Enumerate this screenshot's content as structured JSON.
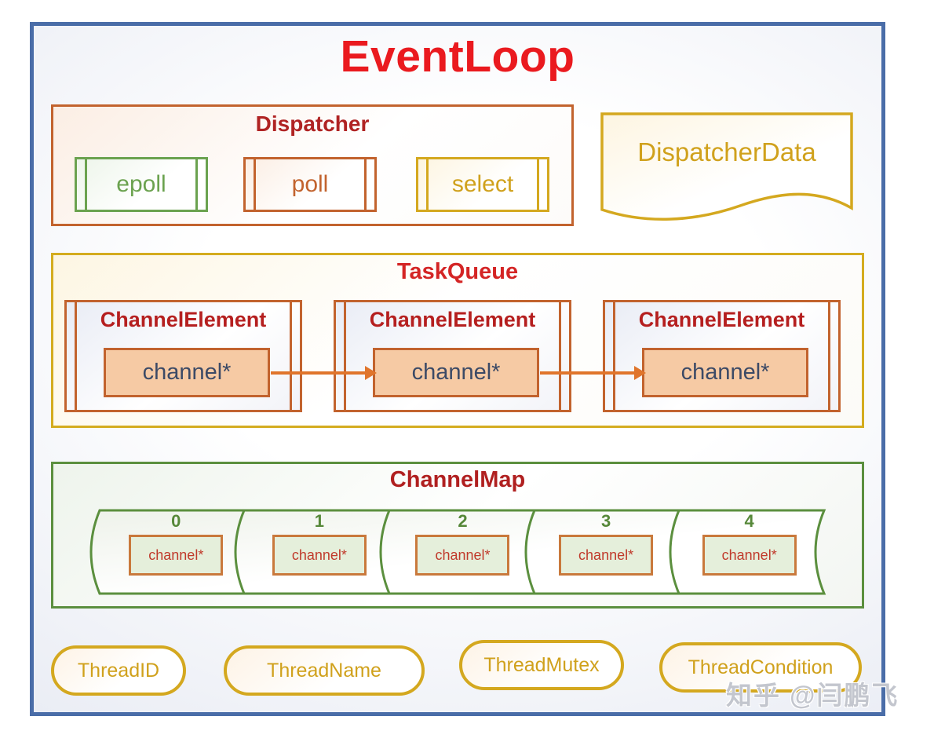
{
  "diagram": {
    "title": "EventLoop",
    "dispatcher": {
      "title": "Dispatcher",
      "items": [
        {
          "label": "epoll",
          "color": "#6ba24f"
        },
        {
          "label": "poll",
          "color": "#c2632e"
        },
        {
          "label": "select",
          "color": "#d4a81f"
        }
      ]
    },
    "dispatcher_data": {
      "label": "DispatcherData"
    },
    "task_queue": {
      "title": "TaskQueue",
      "elements": [
        {
          "title": "ChannelElement",
          "value": "channel*"
        },
        {
          "title": "ChannelElement",
          "value": "channel*"
        },
        {
          "title": "ChannelElement",
          "value": "channel*"
        }
      ]
    },
    "channel_map": {
      "title": "ChannelMap",
      "cells": [
        {
          "index": "0",
          "value": "channel*"
        },
        {
          "index": "1",
          "value": "channel*"
        },
        {
          "index": "2",
          "value": "channel*"
        },
        {
          "index": "3",
          "value": "channel*"
        },
        {
          "index": "4",
          "value": "channel*"
        }
      ]
    },
    "threads": [
      {
        "label": "ThreadID"
      },
      {
        "label": "ThreadName"
      },
      {
        "label": "ThreadMutex"
      },
      {
        "label": "ThreadCondition"
      }
    ],
    "watermark": "知乎 @闫鹏飞"
  },
  "colors": {
    "frame_border": "#4a6da8",
    "title_red": "#ea1a1f",
    "dark_red": "#b02323",
    "orange": "#c2632e",
    "arrow_orange": "#e0752c",
    "gold": "#d4a81f",
    "green": "#6ba24f",
    "dark_green": "#5b8f3e",
    "peach_fill": "#f6caa4",
    "green_fill": "#e5efdb",
    "navy_text": "#3c4a66",
    "cell_text_red": "#c03a2b",
    "watermark_gray": "#c3c6ce"
  }
}
